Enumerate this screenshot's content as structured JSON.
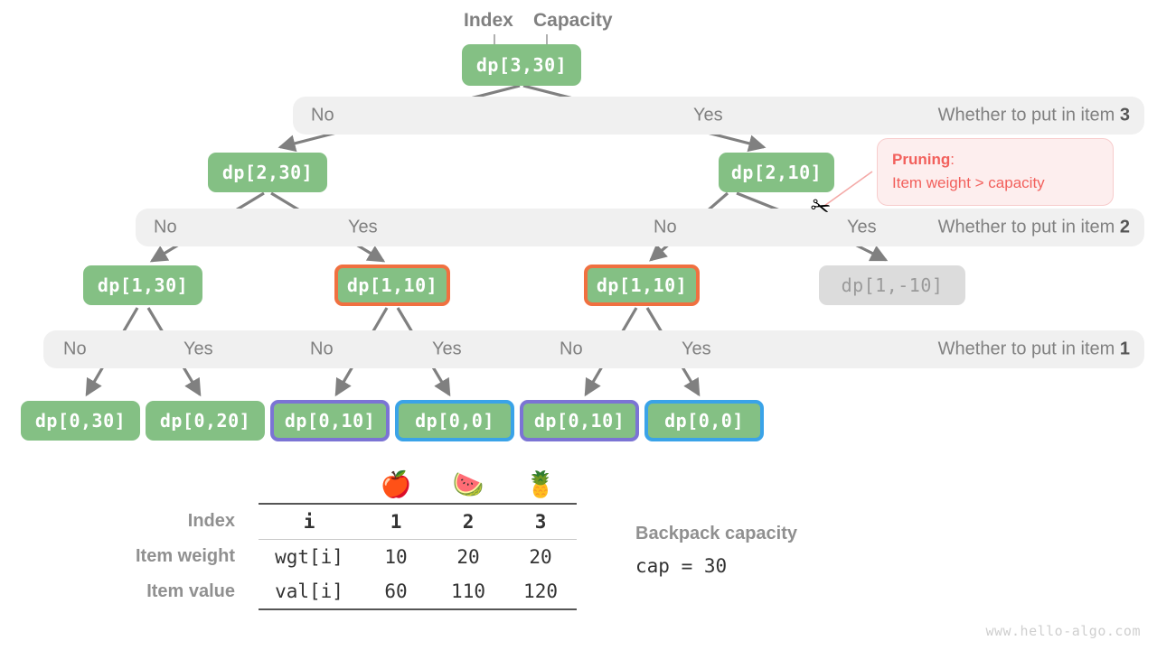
{
  "title_labels": {
    "index": "Index",
    "capacity": "Capacity"
  },
  "nodes": {
    "root": "dp[3,30]",
    "lvl2_left": "dp[2,30]",
    "lvl2_right": "dp[2,10]",
    "lvl3_a": "dp[1,30]",
    "lvl3_b": "dp[1,10]",
    "lvl3_c": "dp[1,10]",
    "lvl3_d": "dp[1,-10]",
    "leaf_1": "dp[0,30]",
    "leaf_2": "dp[0,20]",
    "leaf_3": "dp[0,10]",
    "leaf_4": "dp[0,0]",
    "leaf_5": "dp[0,10]",
    "leaf_6": "dp[0,0]"
  },
  "decision_rows": [
    {
      "question": "Whether to put in item ",
      "item": "3",
      "choices": [
        "No",
        "Yes"
      ]
    },
    {
      "question": "Whether to put in item ",
      "item": "2",
      "choices": [
        "No",
        "Yes",
        "No",
        "Yes"
      ]
    },
    {
      "question": "Whether to put in item ",
      "item": "1",
      "choices": [
        "No",
        "Yes",
        "No",
        "Yes",
        "No",
        "Yes"
      ]
    }
  ],
  "choice_labels": {
    "r1_no": "No",
    "r1_yes": "Yes",
    "r2_no1": "No",
    "r2_yes1": "Yes",
    "r2_no2": "No",
    "r2_yes2": "Yes",
    "r3_no1": "No",
    "r3_yes1": "Yes",
    "r3_no2": "No",
    "r3_yes2": "Yes",
    "r3_no3": "No",
    "r3_yes3": "Yes"
  },
  "question_labels": {
    "row1_prefix": "Whether to put in item ",
    "row1_item": "3",
    "row2_prefix": "Whether to put in item ",
    "row2_item": "2",
    "row3_prefix": "Whether to put in item ",
    "row3_item": "1"
  },
  "pruning_callout": {
    "title": "Pruning",
    "colon": ":",
    "reason": "Item weight > capacity"
  },
  "scissors_icon": "✂",
  "table": {
    "emoji_row": [
      "🍎",
      "🍉",
      "🍍"
    ],
    "row_labels": [
      "Index",
      "Item weight",
      "Item value"
    ],
    "key_cells": [
      "i",
      "wgt[i]",
      "val[i]"
    ],
    "rows": [
      [
        "1",
        "2",
        "3"
      ],
      [
        "10",
        "20",
        "20"
      ],
      [
        "60",
        "110",
        "120"
      ]
    ]
  },
  "capacity_note": {
    "label": "Backpack capacity",
    "value": "cap = 30"
  },
  "watermark": "www.hello-algo.com",
  "colors": {
    "node_green": "#84c084",
    "node_muted": "#dcdcdc",
    "border_orange": "#f07040",
    "border_purple": "#7b74d4",
    "border_blue": "#3aa3e8",
    "bar_grey": "#f0f0f0",
    "text_grey": "#808080",
    "prune_red": "#f2605c",
    "edge_grey": "#808080"
  }
}
